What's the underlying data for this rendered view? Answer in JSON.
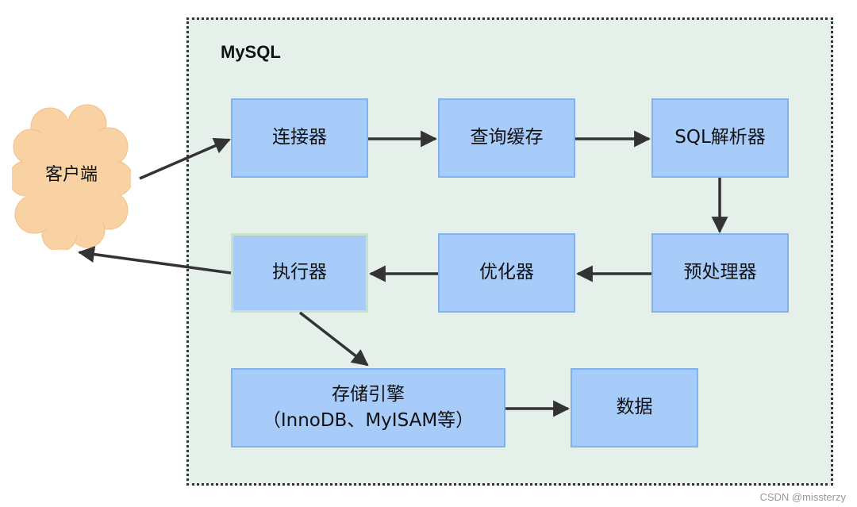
{
  "diagram": {
    "container_title": "MySQL",
    "client": "客户端",
    "nodes": {
      "connector": "连接器",
      "query_cache": "查询缓存",
      "sql_parser": "SQL解析器",
      "preprocessor": "预处理器",
      "optimizer": "优化器",
      "executor": "执行器",
      "storage_engine_line1": "存储引擎",
      "storage_engine_line2": "（InnoDB、MyISAM等）",
      "data": "数据"
    }
  },
  "watermark": "CSDN @missterzy",
  "colors": {
    "node_fill": "#a8ccfa",
    "node_border": "#7fb2ef",
    "container_fill": "#e5f0ea",
    "cloud_fill": "#f8d2a3",
    "arrow": "#333333"
  }
}
